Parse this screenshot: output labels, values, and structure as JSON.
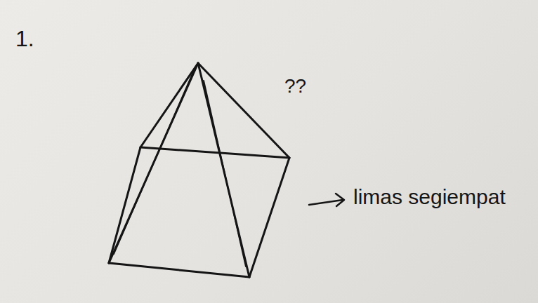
{
  "diagram": {
    "labels": [
      "1.",
      "??",
      "limas segiempat"
    ]
  }
}
